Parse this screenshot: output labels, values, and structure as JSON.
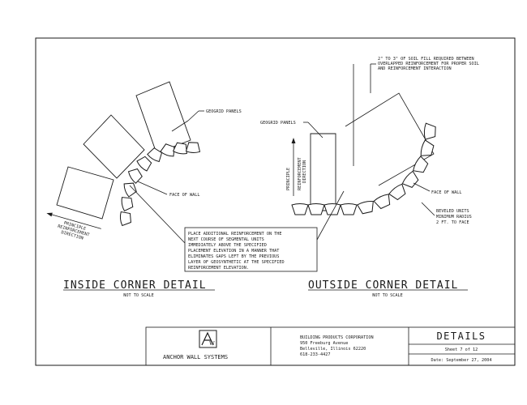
{
  "inside_detail": {
    "title": "INSIDE CORNER DETAIL",
    "scale": "NOT TO SCALE",
    "geogrid_label": "GEOGRID PANELS",
    "face_label": "FACE OF WALL",
    "direction_lines": [
      "PRINCIPLE",
      "REINFORCEMENT",
      "DIRECTION"
    ]
  },
  "outside_detail": {
    "title": "OUTSIDE CORNER DETAIL",
    "scale": "NOT TO SCALE",
    "geogrid_label": "GEOGRID PANELS",
    "face_label": "FACE OF WALL",
    "direction_lines": [
      "PRINCIPLE",
      "REINFORCEMENT",
      "DIRECTION"
    ],
    "soil_fill_note": [
      "2\" TO 3\" OF SOIL FILL REQUIRED BETWEEN",
      "OVERLAPPED REINFORCEMENT FOR PROPER SOIL",
      "AND REINFORCEMENT INTERACTION"
    ],
    "beveled_note": [
      "BEVELED UNITS",
      "MINIMUM RADIUS",
      "2 FT. TO FACE"
    ]
  },
  "center_note": [
    "PLACE ADDITIONAL REINFORCEMENT ON THE",
    "NEXT COURSE OF SEGMENTAL UNITS",
    "IMMEDIATELY ABOVE THE SPECIFIED",
    "PLACEMENT ELEVATION IN A MANNER THAT",
    "ELIMINATES GAPS LEFT BY THE PREVIOUS",
    "LAYER OF GEOSYNTHETIC AT THE SPECIFIED",
    "REINFORCEMENT ELEVATION."
  ],
  "title_block": {
    "company": "ANCHOR WALL SYSTEMS",
    "address": [
      "BUILDING PRODUCTS CORPORATION",
      "950 Freeburg Avenue",
      "Belleville, Illinois 62220",
      "618-233-4427"
    ],
    "sheet_title": "DETAILS",
    "sheet_number": "Sheet 7 of 12",
    "date": "Date:  September 27, 2004"
  }
}
